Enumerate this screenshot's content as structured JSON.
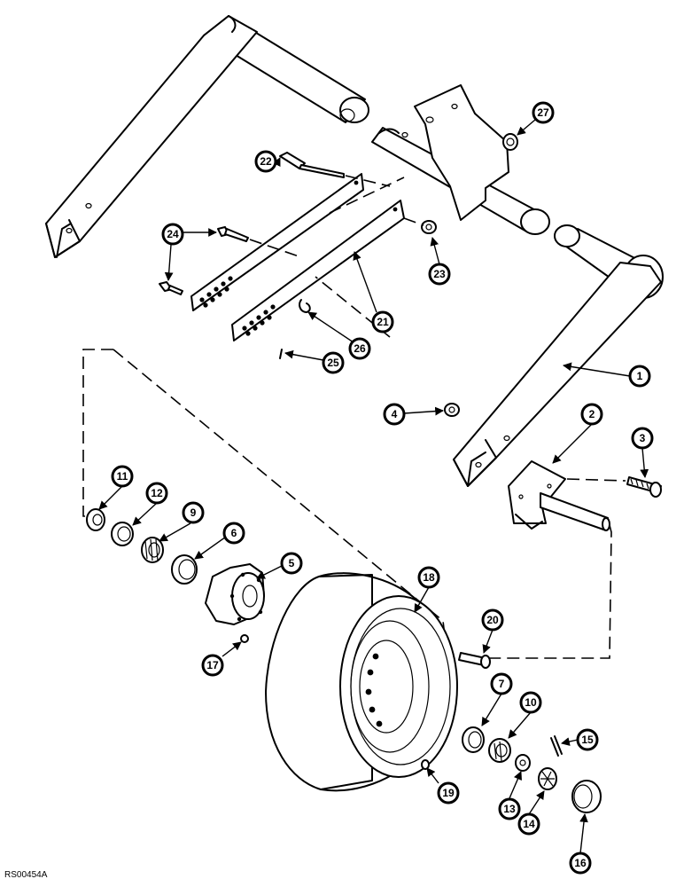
{
  "drawing_ref": "RS00454A",
  "callouts": [
    {
      "label": "1"
    },
    {
      "label": "2"
    },
    {
      "label": "3"
    },
    {
      "label": "4"
    },
    {
      "label": "5"
    },
    {
      "label": "6"
    },
    {
      "label": "7"
    },
    {
      "label": "9"
    },
    {
      "label": "10"
    },
    {
      "label": "11"
    },
    {
      "label": "12"
    },
    {
      "label": "13"
    },
    {
      "label": "14"
    },
    {
      "label": "15"
    },
    {
      "label": "16"
    },
    {
      "label": "17"
    },
    {
      "label": "18"
    },
    {
      "label": "19"
    },
    {
      "label": "20"
    },
    {
      "label": "21"
    },
    {
      "label": "22"
    },
    {
      "label": "23"
    },
    {
      "label": "24"
    },
    {
      "label": "25"
    },
    {
      "label": "26"
    },
    {
      "label": "27"
    }
  ]
}
